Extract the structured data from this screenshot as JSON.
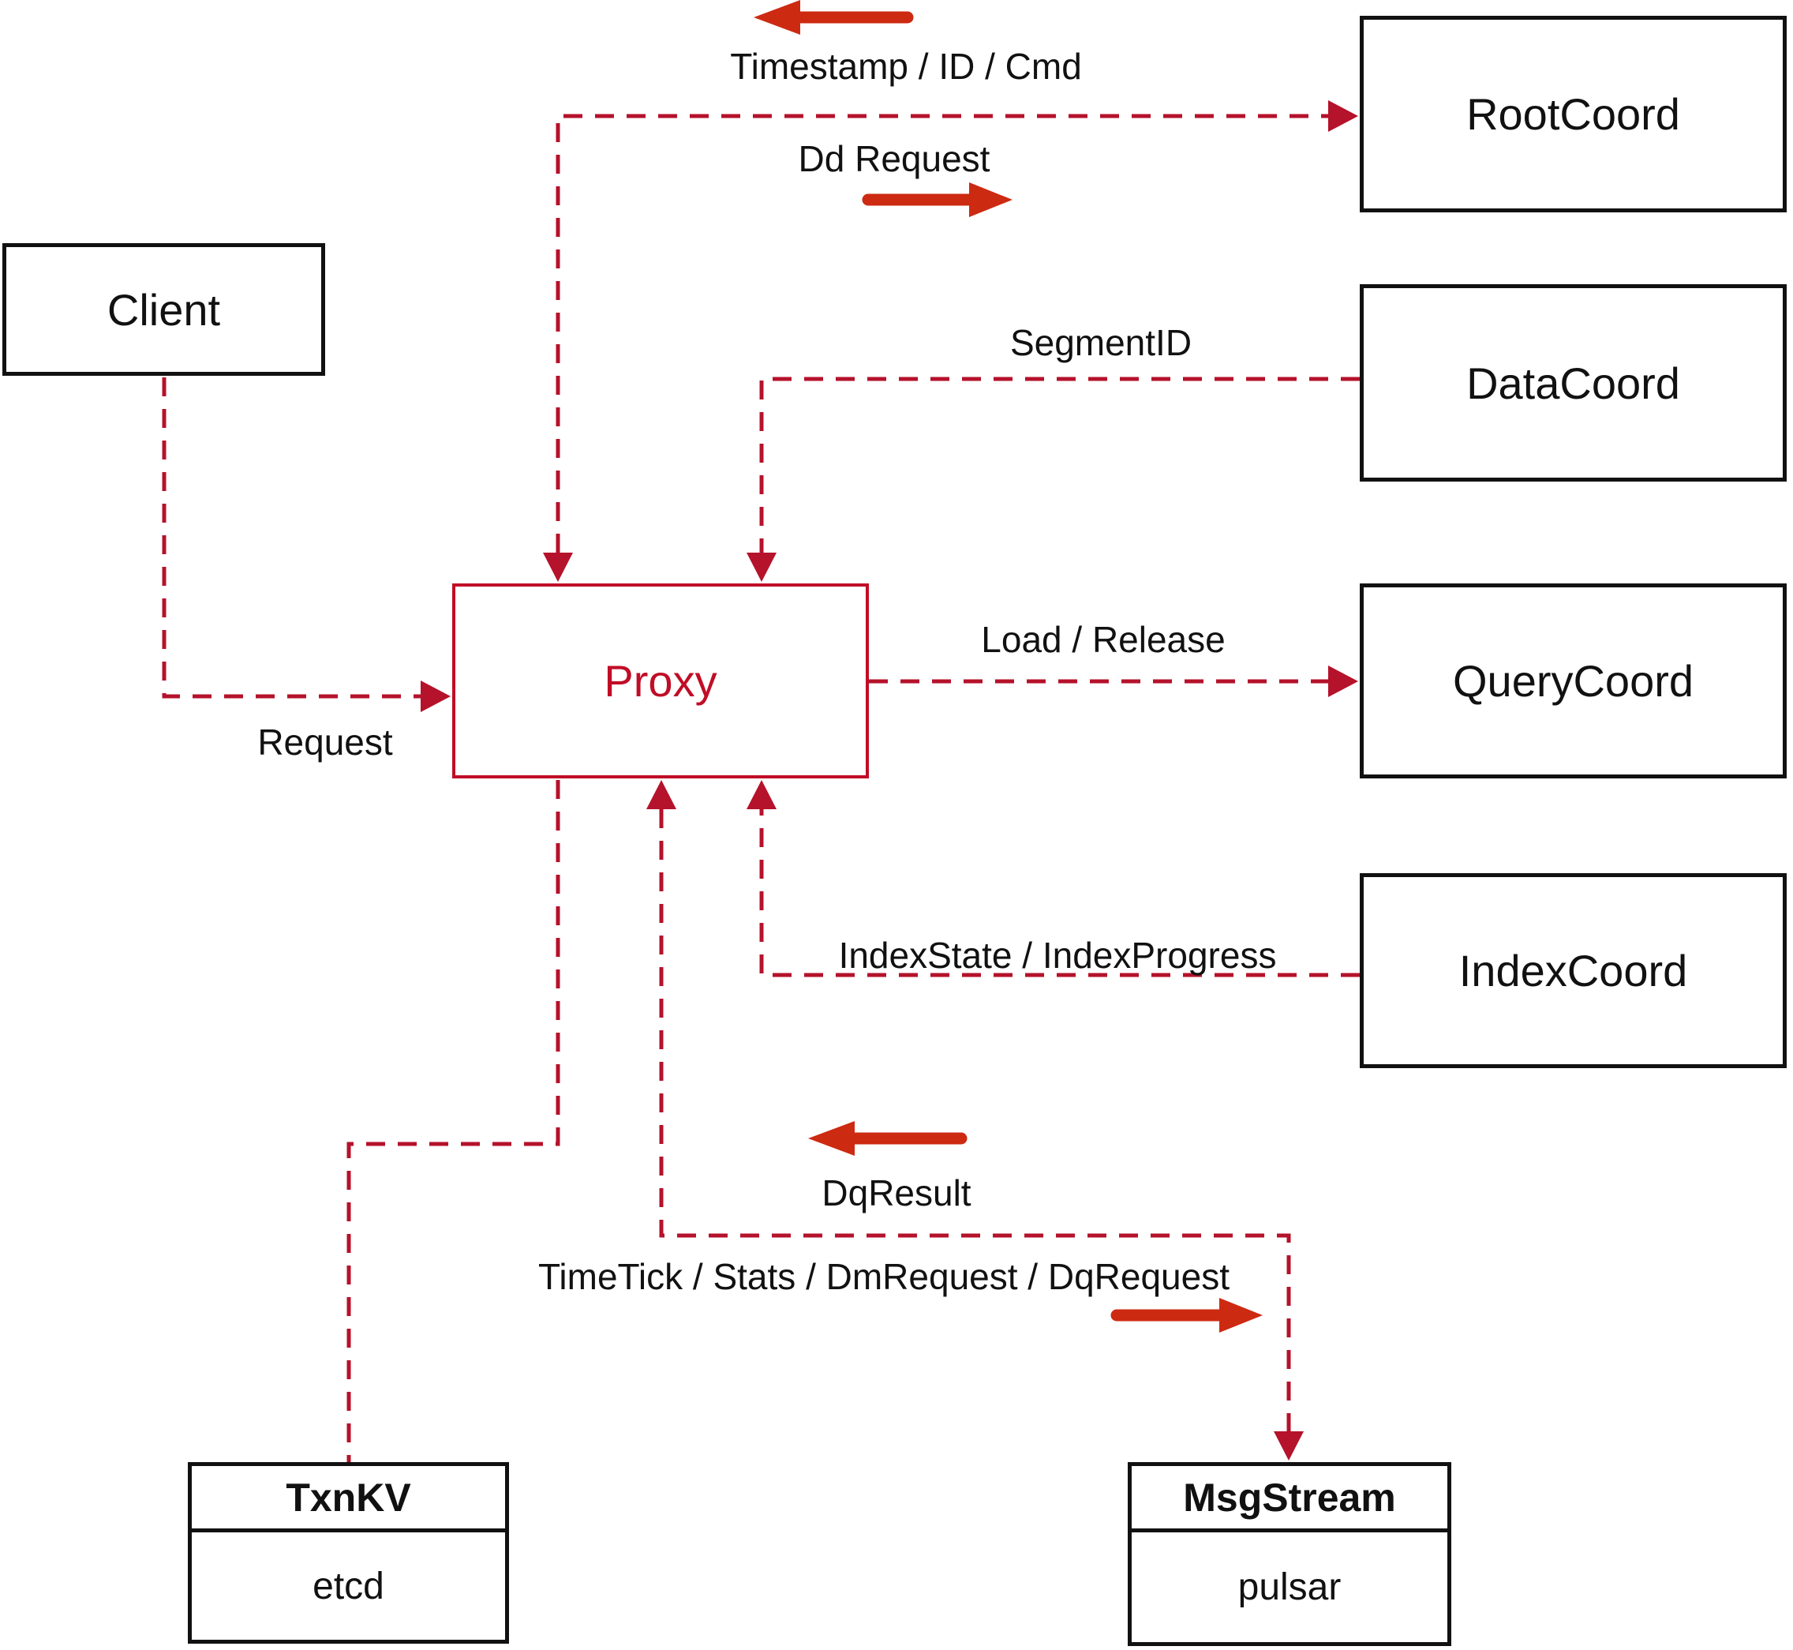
{
  "diagram": {
    "colors": {
      "dashed_edge": "#b5122b",
      "solid_arrow": "#cd2a12",
      "proxy_accent": "#c00d26",
      "node_border": "#111111",
      "label_text": "#111111",
      "background": "#ffffff"
    },
    "nodes": {
      "client": {
        "label": "Client"
      },
      "proxy": {
        "label": "Proxy"
      },
      "root_coord": {
        "label": "RootCoord"
      },
      "data_coord": {
        "label": "DataCoord"
      },
      "query_coord": {
        "label": "QueryCoord"
      },
      "index_coord": {
        "label": "IndexCoord"
      },
      "txn_kv": {
        "title": "TxnKV",
        "subtitle": "etcd"
      },
      "msg_stream": {
        "title": "MsgStream",
        "subtitle": "pulsar"
      }
    },
    "edge_labels": {
      "timestamp_id_cmd": "Timestamp / ID / Cmd",
      "dd_request": "Dd Request",
      "segment_id": "SegmentID",
      "load_release": "Load / Release",
      "index_state": "IndexState / IndexProgress",
      "request": "Request",
      "dq_result": "DqResult",
      "time_tick": "TimeTick / Stats / DmRequest / DqRequest"
    }
  }
}
